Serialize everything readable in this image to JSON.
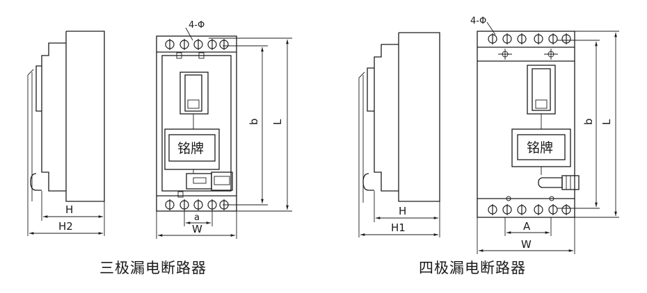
{
  "left": {
    "caption": "三极漏电断路器",
    "nameplate": "铭牌",
    "holes": "4-Φ",
    "dims": {
      "depth1": "H",
      "depth2": "H2",
      "spacing": "a",
      "width": "W",
      "hole_span": "b",
      "length": "L"
    }
  },
  "right": {
    "caption": "四极漏电断路器",
    "nameplate": "铭牌",
    "holes": "4-Φ",
    "dims": {
      "depth1": "H",
      "depth2": "H1",
      "spacing": "A",
      "width": "W",
      "hole_span": "b",
      "length": "L"
    }
  }
}
